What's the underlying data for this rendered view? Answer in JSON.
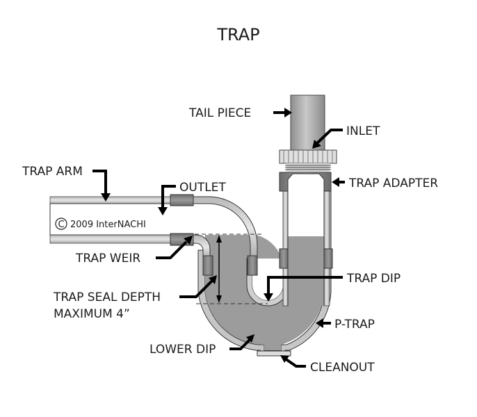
{
  "title": "TRAP",
  "copyright": "2009  InterNACHI",
  "copyright_symbol": "C",
  "labels": {
    "tail_piece": "TAIL PIECE",
    "inlet": "INLET",
    "trap_adapter": "TRAP ADAPTER",
    "trap_arm": "TRAP ARM",
    "outlet": "OUTLET",
    "trap_weir": "TRAP WEIR",
    "trap_seal_depth": "TRAP SEAL DEPTH",
    "trap_seal_max": "MAXIMUM 4”",
    "trap_dip": "TRAP DIP",
    "p_trap": "P-TRAP",
    "lower_dip": "LOWER DIP",
    "cleanout": "CLEANOUT"
  },
  "colors": {
    "water": "#9a9a9a",
    "pipe_wall": "#c4c4c4",
    "fitting": "#7f7f7f",
    "outline": "#222222",
    "arrow": "#000000"
  }
}
